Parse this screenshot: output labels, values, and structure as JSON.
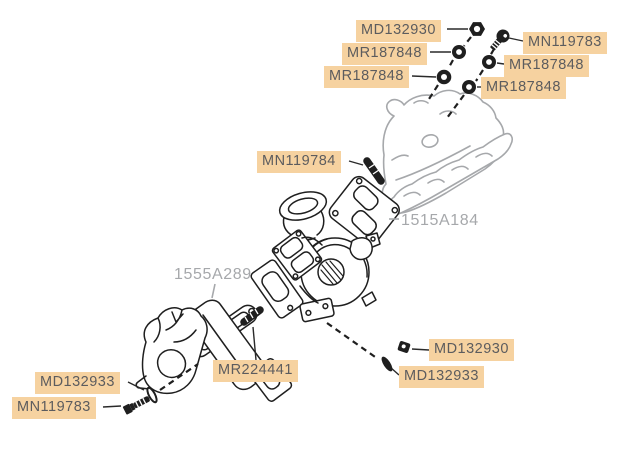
{
  "diagram": {
    "description": "Exploded parts diagram of a turbocharger and exhaust manifold assembly",
    "colors": {
      "highlight_bg": "#F6D2A0",
      "highlight_text": "#5C5C5E",
      "reference_text": "#A6A8AB",
      "artwork_dark": "#1F1F1F",
      "artwork_gray": "#A6A8AB",
      "background": "#FFFFFF"
    },
    "labels": [
      {
        "part_number": "MD132930",
        "style": "highlighted",
        "attached_to": "nut-icon-top"
      },
      {
        "part_number": "MN119783",
        "style": "highlighted",
        "attached_to": "flange-bolt-icon-top"
      },
      {
        "part_number": "MR187848",
        "style": "highlighted",
        "attached_to": "washer-icon-a"
      },
      {
        "part_number": "MR187848",
        "style": "highlighted",
        "attached_to": "washer-icon-b"
      },
      {
        "part_number": "MR187848",
        "style": "highlighted",
        "attached_to": "washer-icon-c"
      },
      {
        "part_number": "MR187848",
        "style": "highlighted",
        "attached_to": "washer-icon-d"
      },
      {
        "part_number": "MN119784",
        "style": "highlighted",
        "attached_to": "stud-icon-upper"
      },
      {
        "part_number": "1515A184",
        "style": "reference",
        "attached_to": "manifold-gasket"
      },
      {
        "part_number": "1555A289",
        "style": "reference",
        "attached_to": "outlet-gasket"
      },
      {
        "part_number": "MR224441",
        "style": "highlighted",
        "attached_to": "stud-icon-lower"
      },
      {
        "part_number": "MD132930",
        "style": "highlighted",
        "attached_to": "nut-icon-bottom"
      },
      {
        "part_number": "MD132933",
        "style": "highlighted",
        "attached_to": "washer-icon-bottom-right"
      },
      {
        "part_number": "MD132933",
        "style": "highlighted",
        "attached_to": "washer-icon-bottom-left"
      },
      {
        "part_number": "MN119783",
        "style": "highlighted",
        "attached_to": "hex-bolt-icon-bottom"
      }
    ],
    "artwork_items": [
      "exhaust-manifold-drawing",
      "manifold-gasket-drawing",
      "turbocharger-drawing",
      "outlet-gasket-drawing",
      "exhaust-outlet-fitting-drawing"
    ]
  }
}
